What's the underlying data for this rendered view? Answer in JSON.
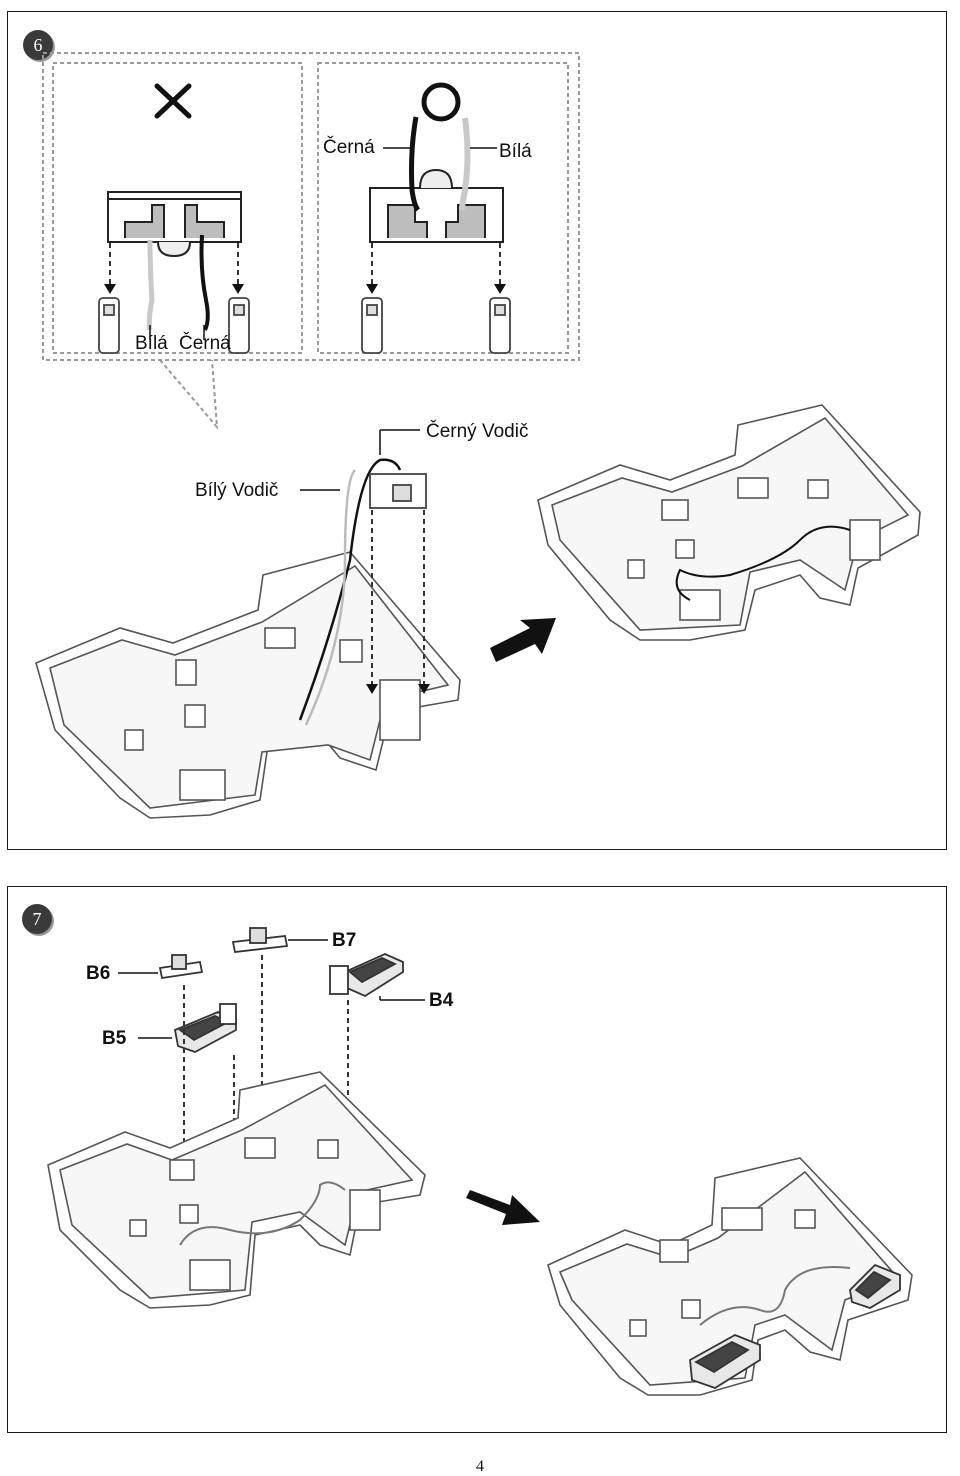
{
  "step6": {
    "number": "6",
    "wrong_label_white": "Bílá",
    "wrong_label_black": "Černá",
    "right_label_black": "Černá",
    "right_label_white": "Bílá",
    "black_wire_label": "Černý Vodič",
    "white_wire_label": "Bílý Vodič",
    "wrong_mark_icon": "cross-icon",
    "right_mark_icon": "circle-icon"
  },
  "step7": {
    "number": "7",
    "parts": {
      "b4": "B4",
      "b5": "B5",
      "b6": "B6",
      "b7": "B7"
    }
  },
  "page_number": "4"
}
